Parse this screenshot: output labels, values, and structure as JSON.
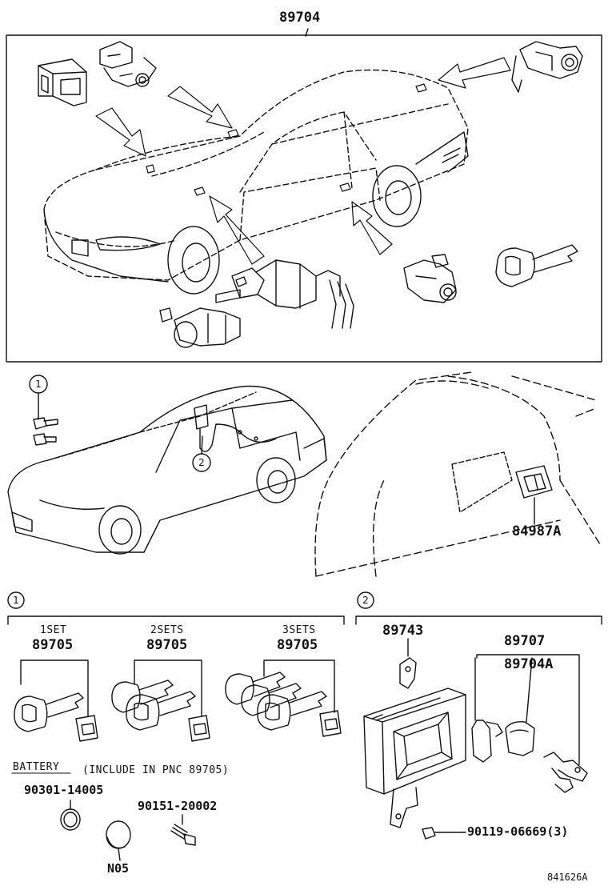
{
  "diagram": {
    "labels": {
      "main_assembly": "89704",
      "switch_part": "84987A",
      "key_1set_qty": "1SET",
      "key_1set_pn": "89705",
      "key_2sets_qty": "2SETS",
      "key_2sets_pn": "89705",
      "key_3sets_qty": "3SETS",
      "key_3sets_pn": "89705",
      "battery_title": "BATTERY",
      "battery_note": "(INCLUDE  IN PNC 89705)",
      "battery_pn": "90301-14005",
      "cap_code": "N05",
      "screw_pn": "90151-20002",
      "ecu_pn": "89743",
      "transponder_pn_a": "89707",
      "transponder_pn_b": "89704A",
      "bolt_pn": "90119-06669(3)",
      "drawing_ref": "841626A"
    },
    "callouts": {
      "c1_top": "1",
      "c2_car": "2",
      "c1_section": "1",
      "c2_section": "2"
    },
    "line_color": "#111111",
    "background_color": "#ffffff"
  }
}
